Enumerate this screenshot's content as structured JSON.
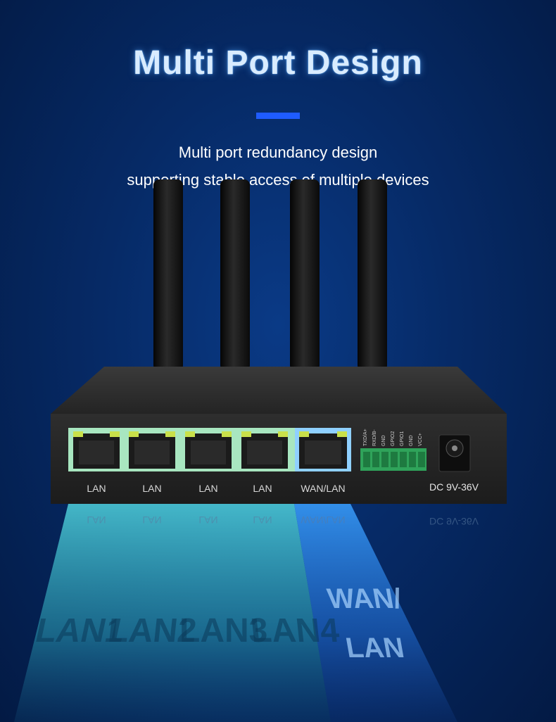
{
  "title": "Multi Port Design",
  "subtitle_line1": "Multi port redundancy design",
  "subtitle_line2": "supporting stable access of multiple devices",
  "ports": {
    "lan1": "LAN",
    "lan2": "LAN",
    "lan3": "LAN",
    "lan4": "LAN",
    "wan": "WAN/LAN"
  },
  "terminal_pins": [
    "TXD/A+",
    "RXD/B-",
    "GND",
    "GPIO2",
    "GPIO1",
    "GND",
    "VCC+"
  ],
  "power_label": "DC 9V-36V",
  "projection": {
    "lan1": "LAN1",
    "lan2": "LAN2",
    "lan3": "LAN3",
    "lan4": "LAN4",
    "wan_line1": "WAN/",
    "wan_line2": "LAN"
  },
  "colors": {
    "accent": "#1f5cff",
    "lan_beam": "#3fb6c8",
    "wan_beam": "#2a8cff",
    "device_body": "#2b2b2b"
  }
}
